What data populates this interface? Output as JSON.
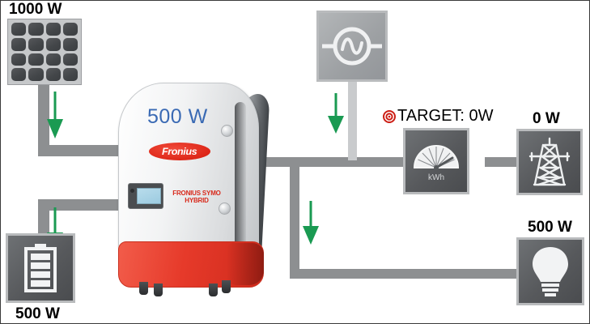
{
  "diagram": {
    "title": "Fronius energy flow diagram",
    "accent_green": "#1a9a52",
    "cable_gray": "#8d8f91",
    "cable_light_gray": "#c9cbcd",
    "label_color": "#000000",
    "inverter_value_color": "#3a6ab4"
  },
  "nodes": {
    "solar_panel": {
      "name": "solar-panel",
      "label": "1000 W",
      "icon": "solar-panel-icon",
      "cells": 16
    },
    "inverter": {
      "name": "inverter",
      "value_label": "500 W",
      "brand": "Fronius",
      "model_line_1": "FRONIUS SYMO",
      "model_line_2": "HYBRID",
      "icon": "inverter-icon"
    },
    "battery": {
      "name": "battery",
      "label": "500 W",
      "icon": "battery-icon",
      "bars": 4
    },
    "generator": {
      "name": "ac-generator",
      "label": "",
      "icon": "ac-generator-icon"
    },
    "meter": {
      "name": "smart-meter",
      "label": "TARGET: 0W",
      "target_icon": "target-bullseye-icon",
      "icon": "meter-gauge-icon",
      "unit": "kWh"
    },
    "grid": {
      "name": "power-grid",
      "label": "0 W",
      "icon": "transmission-tower-icon"
    },
    "load": {
      "name": "household-load",
      "label": "500 W",
      "icon": "light-bulb-icon"
    }
  },
  "flows": [
    {
      "name": "flow-solar-to-inverter",
      "direction": "down",
      "icon": "arrow-down-icon"
    },
    {
      "name": "flow-inverter-to-battery",
      "direction": "down",
      "icon": "arrow-down-icon"
    },
    {
      "name": "flow-generator-to-bus",
      "direction": "down",
      "icon": "arrow-down-icon"
    },
    {
      "name": "flow-bus-to-load",
      "direction": "down",
      "icon": "arrow-down-icon"
    }
  ]
}
